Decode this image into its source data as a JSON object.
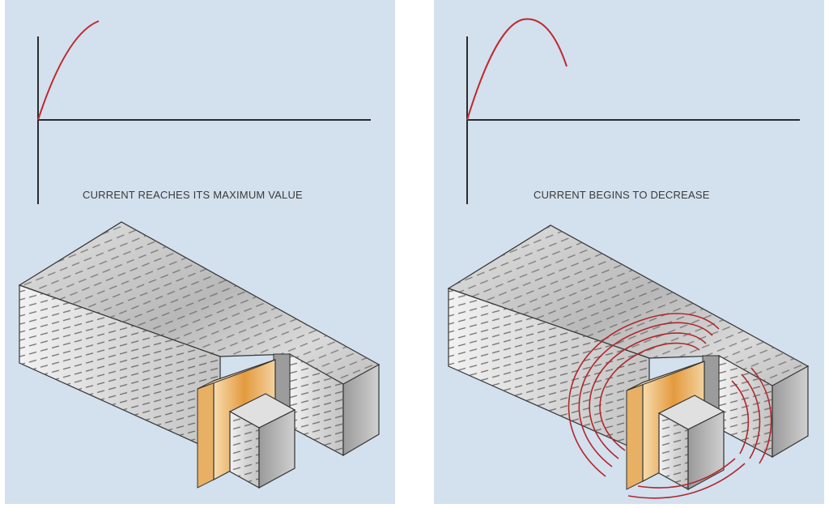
{
  "panels": [
    {
      "caption": "CURRENT REACHES ITS MAXIMUM VALUE",
      "curve": "current-rising-to-maximum",
      "field_lines": false
    },
    {
      "caption": "CURRENT BEGINS TO DECREASE",
      "curve": "current-peaking-then-falling",
      "field_lines": true
    }
  ],
  "colors": {
    "panel_background": "#d3e0ee",
    "curve": "#c0282c",
    "axis": "#2b2b2b",
    "field_line": "#b3262b",
    "core_face": "#dcdcdc",
    "coil": "#e5a64e"
  }
}
